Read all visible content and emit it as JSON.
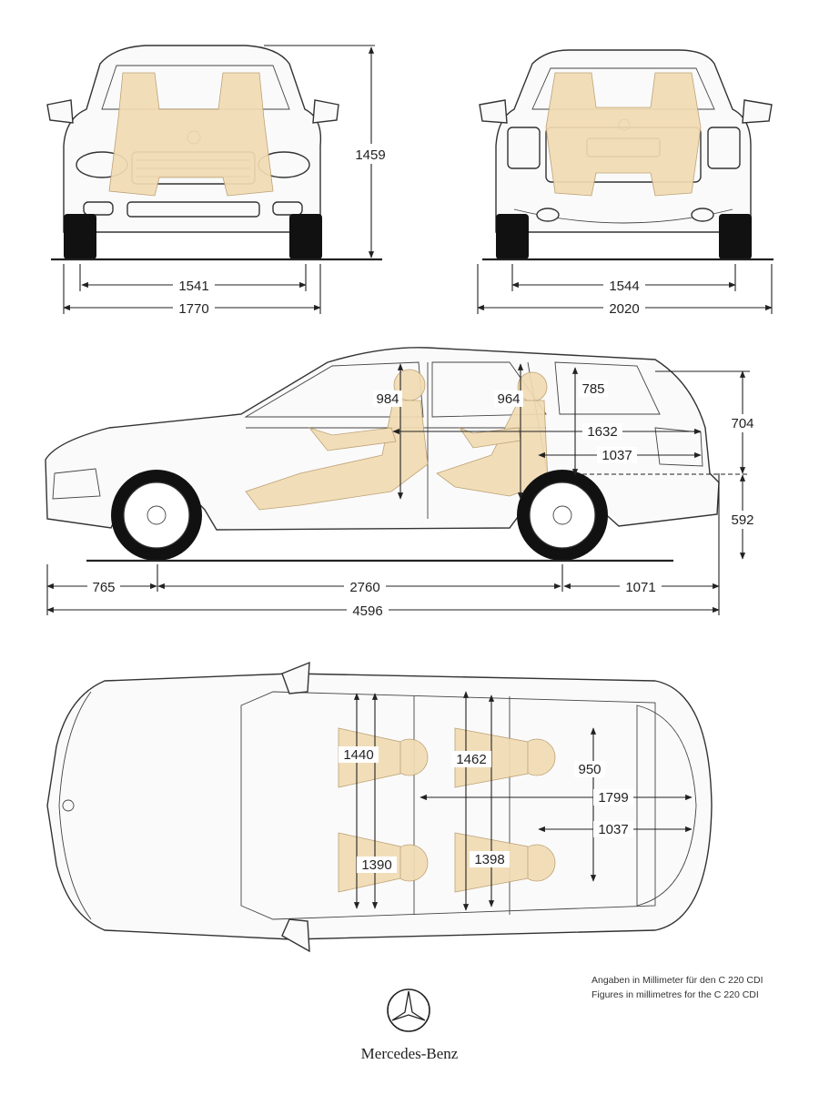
{
  "notes": {
    "de": "Angaben in Millimeter für den C 220 CDI",
    "en": "Figures in millimetres for the C 220 CDI"
  },
  "brand": "Mercedes-Benz",
  "front_view": {
    "height": "1459",
    "track": "1541",
    "width": "1770"
  },
  "rear_view": {
    "track": "1544",
    "width_mirrors": "2020"
  },
  "side_view": {
    "headroom_front": "984",
    "headroom_rear": "964",
    "cargo_height": "785",
    "load_length_folded": "1632",
    "load_length": "1037",
    "rear_height_upper": "704",
    "rear_height_lower": "592",
    "front_overhang": "765",
    "wheelbase": "2760",
    "rear_overhang": "1071",
    "length": "4596"
  },
  "top_view": {
    "shoulder_front": "1440",
    "shoulder_rear": "1462",
    "cargo_width": "950",
    "load_length_folded": "1799",
    "load_length": "1037",
    "elbow_front": "1390",
    "elbow_rear": "1398"
  }
}
